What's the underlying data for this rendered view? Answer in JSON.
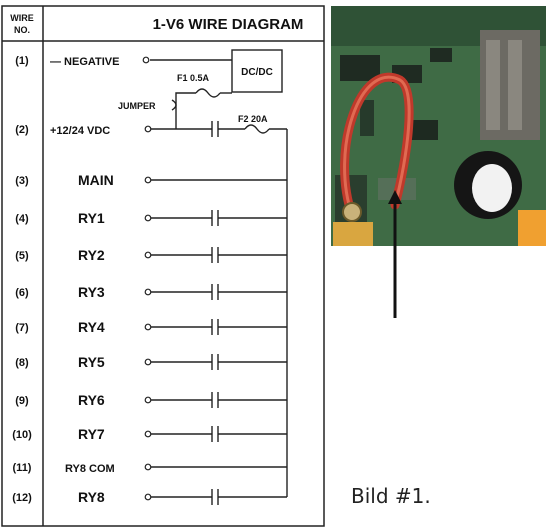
{
  "header": {
    "col_label_line1": "WIRE",
    "col_label_line2": "NO.",
    "title": "1-V6 WIRE DIAGRAM"
  },
  "rows": [
    {
      "no": "(1)",
      "label": "— NEGATIVE",
      "contact": false
    },
    {
      "no": "(2)",
      "label": "+12/24 VDC",
      "contact": true
    },
    {
      "no": "(3)",
      "label": "MAIN",
      "contact": false
    },
    {
      "no": "(4)",
      "label": "RY1",
      "contact": true
    },
    {
      "no": "(5)",
      "label": "RY2",
      "contact": true
    },
    {
      "no": "(6)",
      "label": "RY3",
      "contact": true
    },
    {
      "no": "(7)",
      "label": "RY4",
      "contact": true
    },
    {
      "no": "(8)",
      "label": "RY5",
      "contact": true
    },
    {
      "no": "(9)",
      "label": "RY6",
      "contact": true
    },
    {
      "no": "(10)",
      "label": "RY7",
      "contact": true
    },
    {
      "no": "(11)",
      "label": "RY8 COM",
      "contact": false
    },
    {
      "no": "(12)",
      "label": "RY8",
      "contact": true
    }
  ],
  "components": {
    "dcdc": "DC/DC",
    "fuse1": "F1 0.5A",
    "fuse2": "F2 20A",
    "jumper": "JUMPER"
  },
  "photo": {
    "caption": "Bild #1.",
    "board_color": "#3f6b45",
    "wire_color": "#c0392b"
  }
}
